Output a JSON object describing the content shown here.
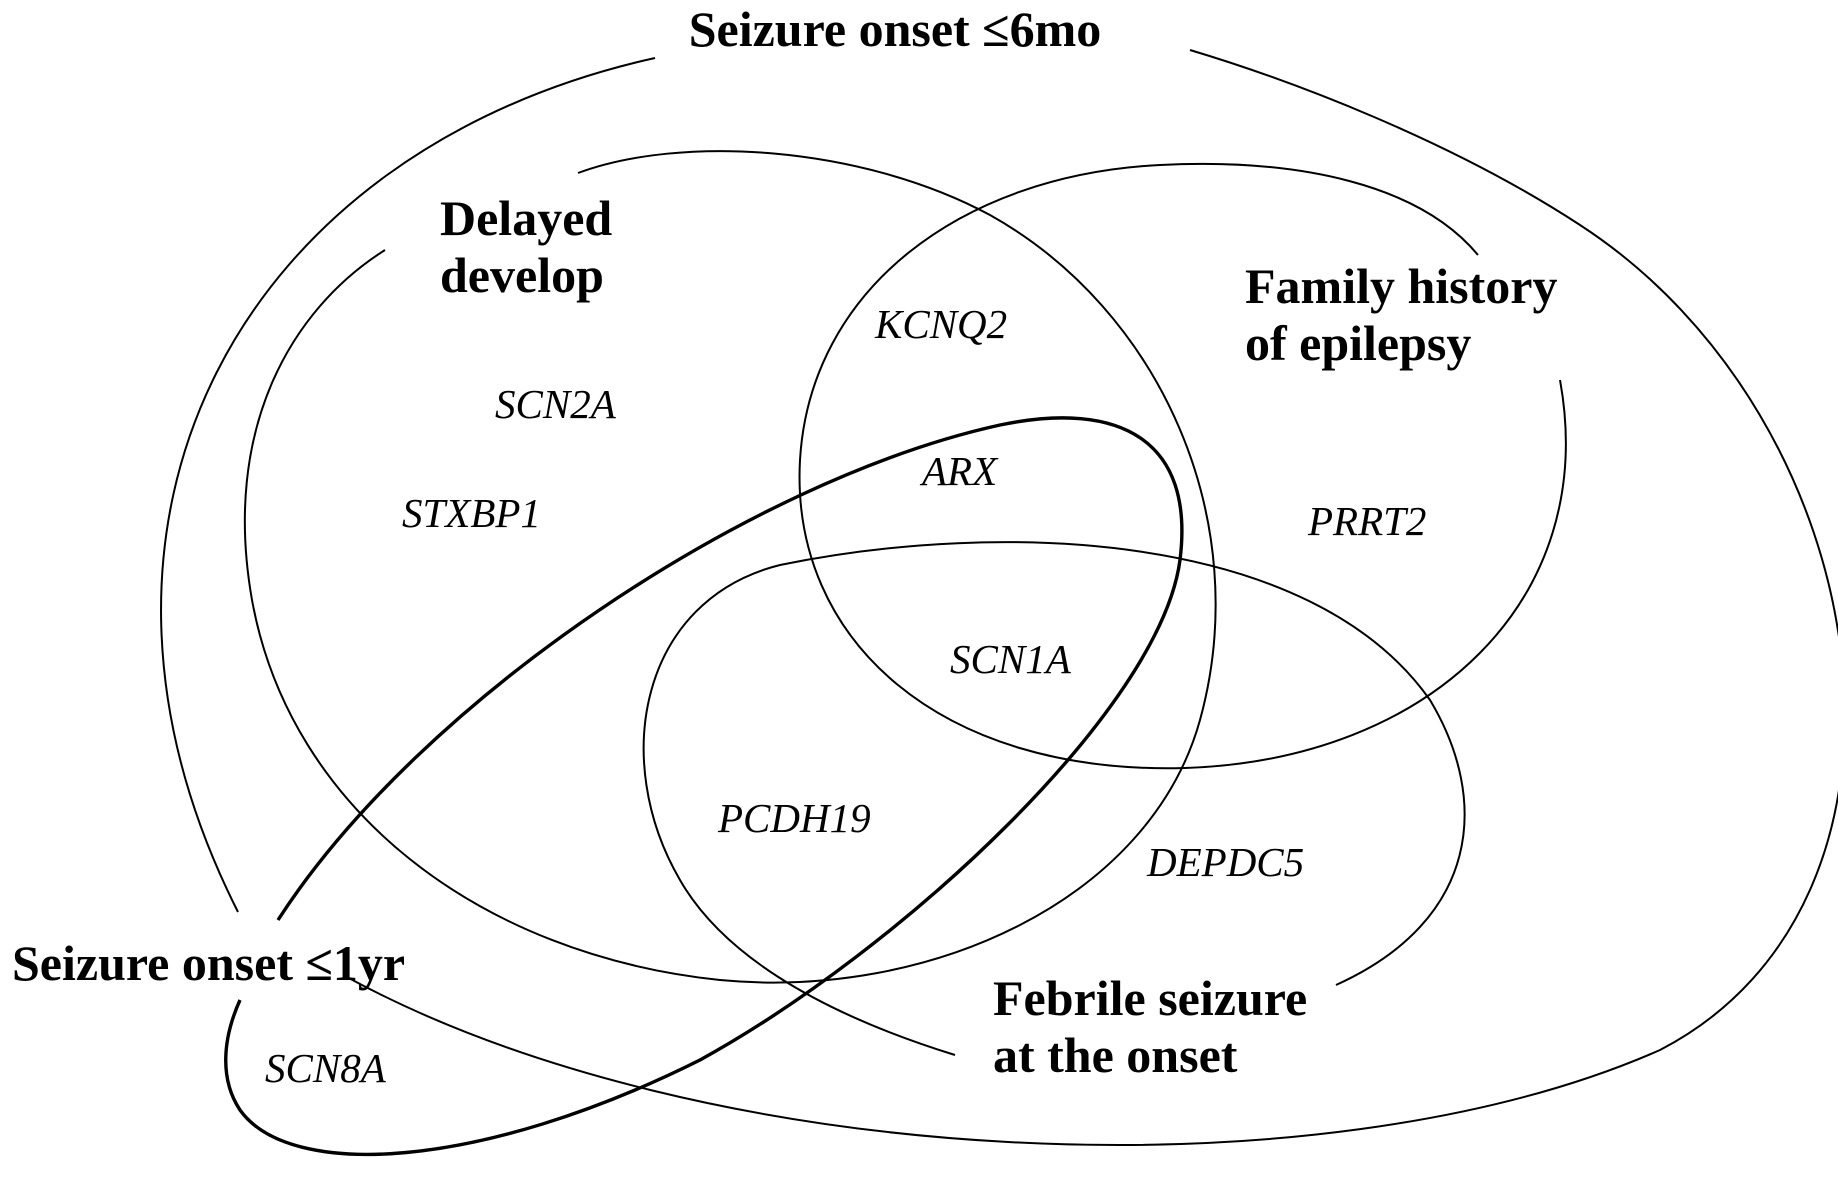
{
  "diagram": {
    "sets": {
      "onset_6mo": "Seizure onset ≤6mo",
      "delayed_develop": [
        "Delayed",
        "develop"
      ],
      "family_history": [
        "Family history",
        "of epilepsy"
      ],
      "febrile": [
        "Febrile seizure",
        "at the onset"
      ],
      "onset_1yr": "Seizure onset ≤1yr"
    },
    "genes": {
      "kcnq2": "KCNQ2",
      "scn2a": "SCN2A",
      "arx": "ARX",
      "stxbp1": "STXBP1",
      "prrt2": "PRRT2",
      "scn1a": "SCN1A",
      "pcdh19": "PCDH19",
      "depdc5": "DEPDC5",
      "scn8a": "SCN8A"
    },
    "colors": {
      "stroke": "#000000",
      "background": "#ffffff"
    }
  }
}
